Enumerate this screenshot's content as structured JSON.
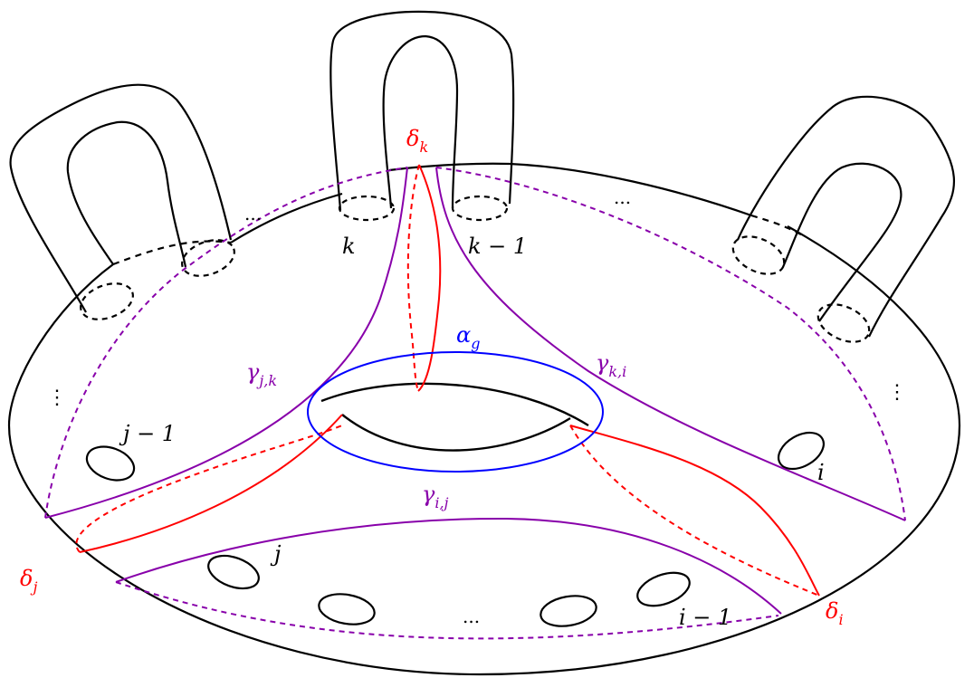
{
  "colors": {
    "surface": "#000000",
    "curve_delta": "#ff0000",
    "curve_gamma": "#8800aa",
    "curve_alpha": "#0000ff"
  },
  "labels": {
    "delta_k": {
      "main": "δ",
      "sub": "k"
    },
    "delta_j": {
      "main": "δ",
      "sub": "j"
    },
    "delta_i": {
      "main": "δ",
      "sub": "i"
    },
    "alpha_g": {
      "main": "α",
      "sub": "g"
    },
    "gamma_jk": {
      "main": "γ",
      "sub": "j,k"
    },
    "gamma_ki": {
      "main": "γ",
      "sub": "k,i"
    },
    "gamma_ij": {
      "main": "γ",
      "sub": "i,j"
    },
    "handle_k": "k",
    "handle_k_minus_1": "k − 1",
    "hole_j_minus_1": "j − 1",
    "hole_j": "j",
    "hole_i": "i",
    "hole_i_minus_1": "i − 1",
    "ellipsis": "...",
    "vdots": "⋮"
  }
}
